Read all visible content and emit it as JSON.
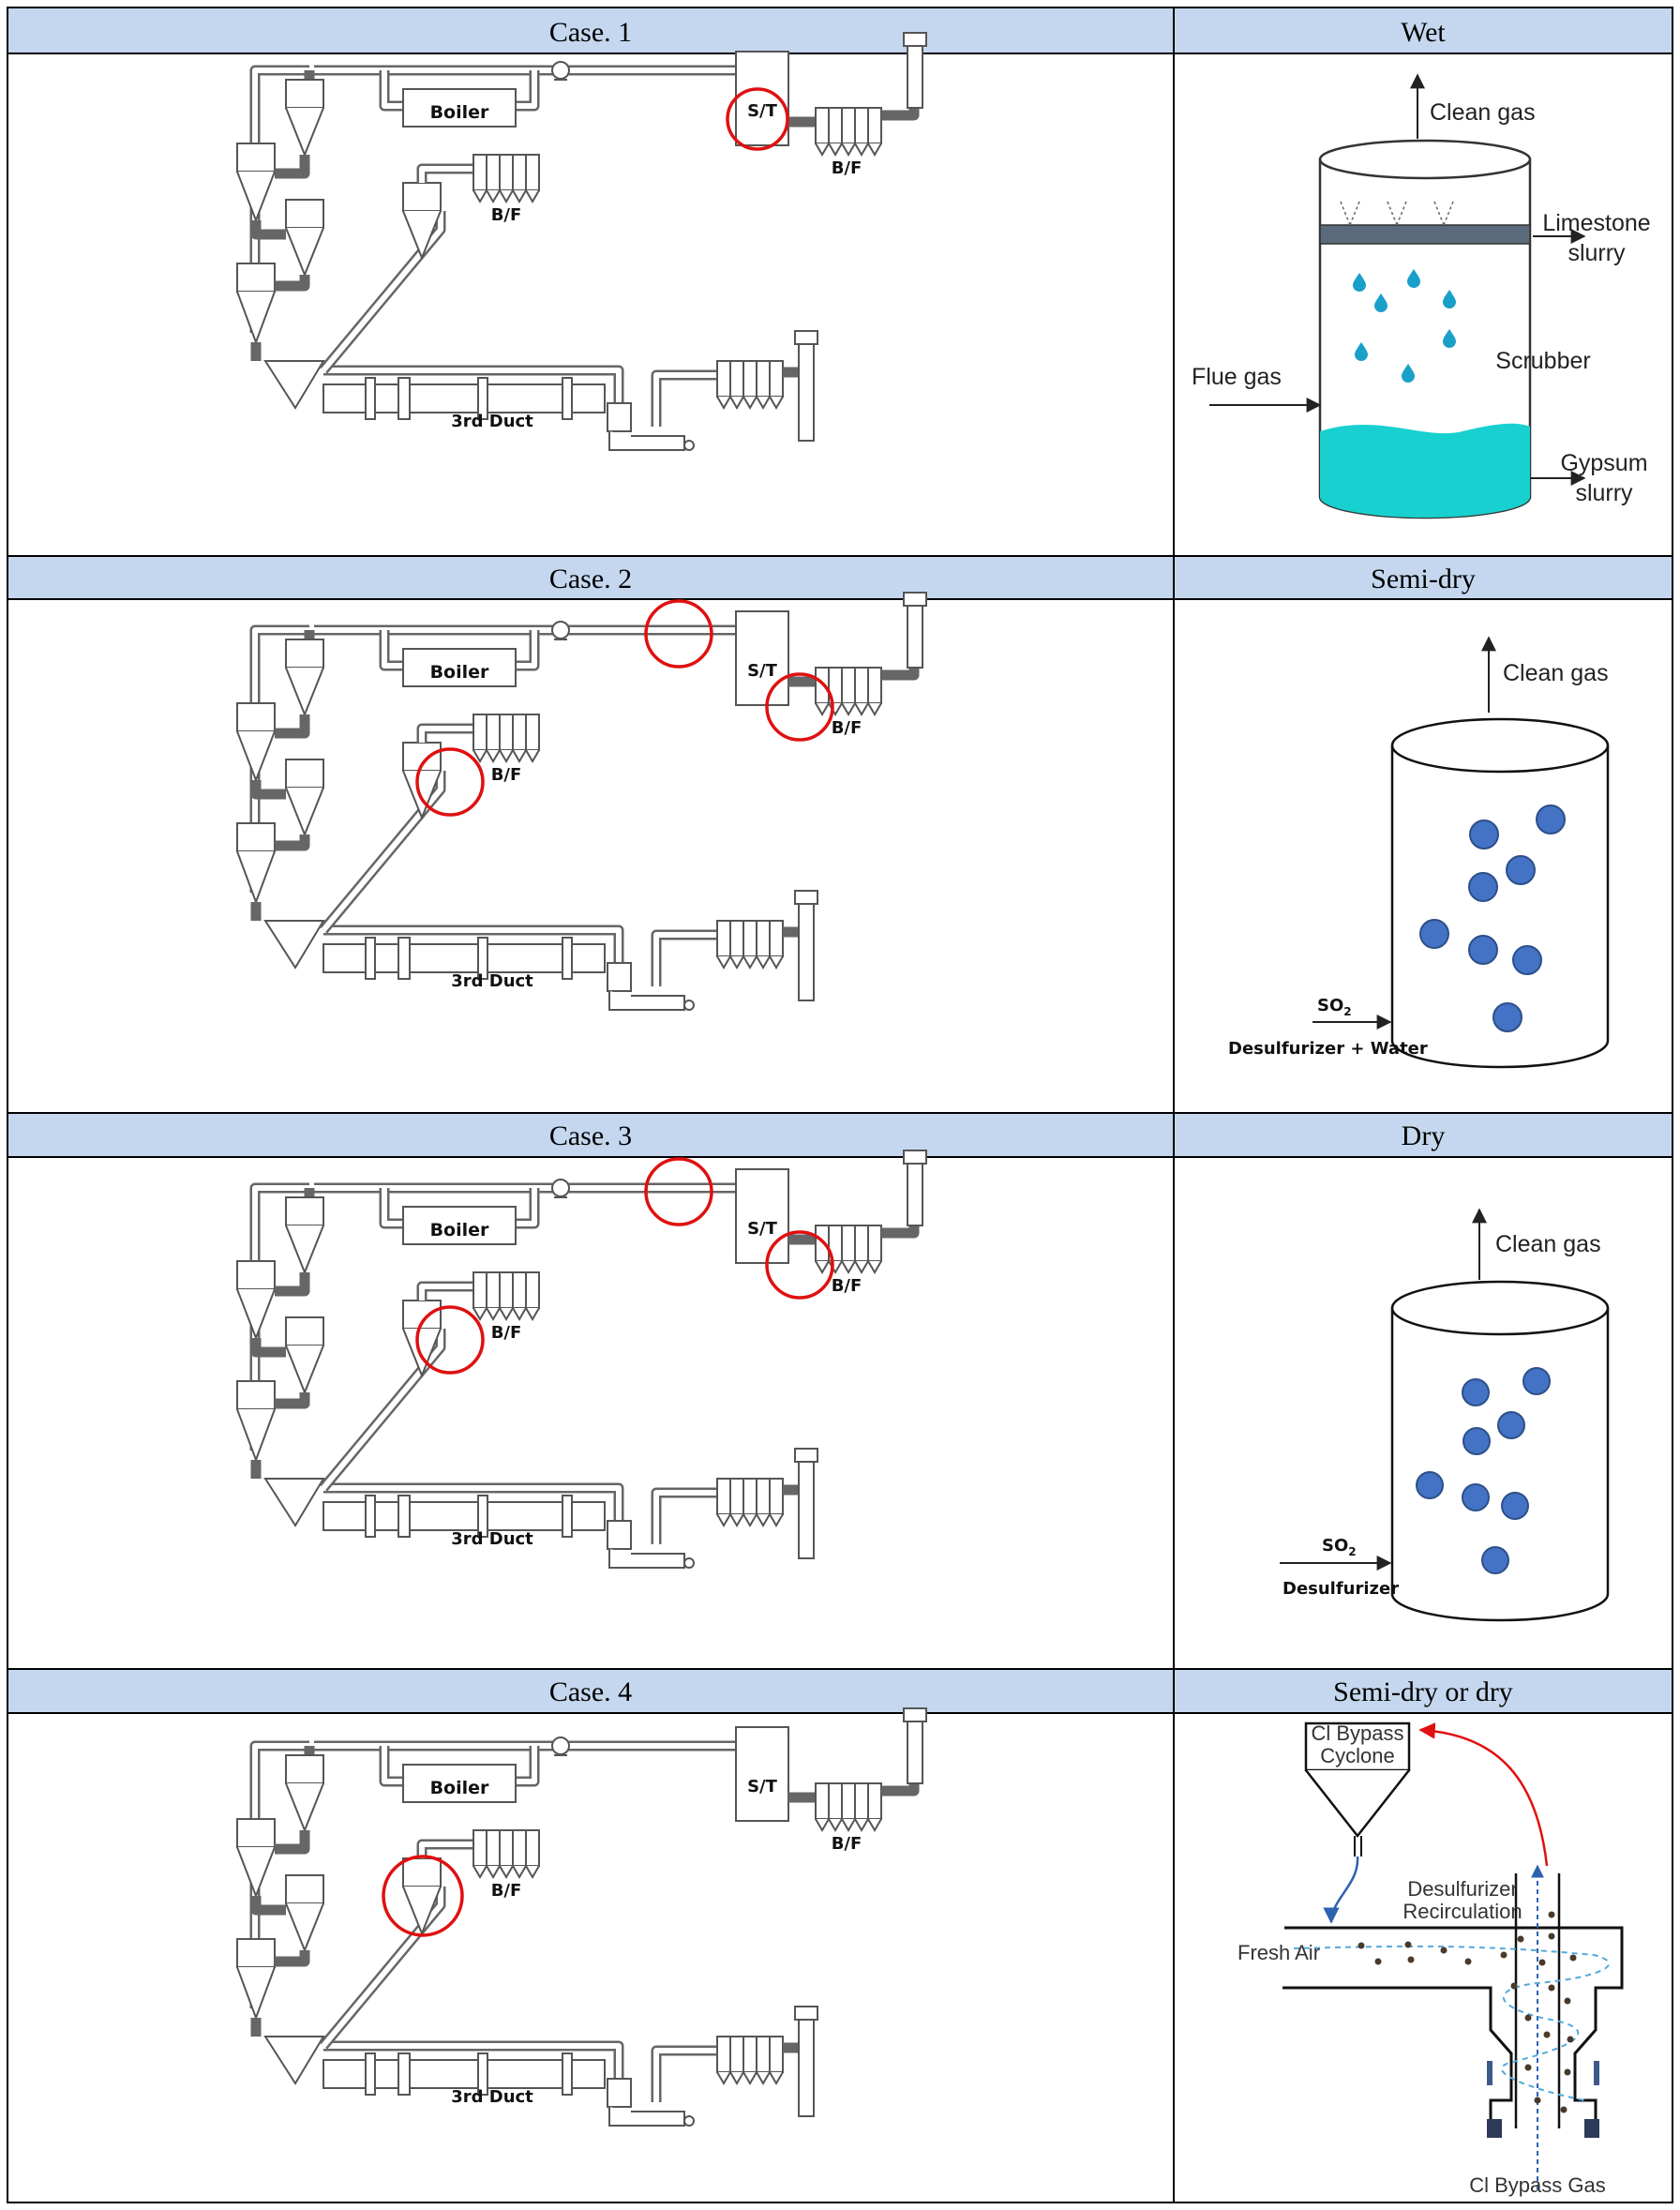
{
  "rows": [
    {
      "case_label": "Case. 1",
      "method_label": "Wet"
    },
    {
      "case_label": "Case. 2",
      "method_label": "Semi-dry"
    },
    {
      "case_label": "Case. 3",
      "method_label": "Dry"
    },
    {
      "case_label": "Case. 4",
      "method_label": "Semi-dry or dry"
    }
  ],
  "process_labels": {
    "boiler": "Boiler",
    "st": "S/T",
    "bf": "B/F",
    "third_duct": "3rd Duct"
  },
  "wet": {
    "clean_gas": "Clean gas",
    "limestone_1": "Limestone",
    "limestone_2": "slurry",
    "scrubber": "Scrubber",
    "flue_gas": "Flue gas",
    "gypsum_1": "Gypsum",
    "gypsum_2": "slurry"
  },
  "semidry": {
    "clean_gas": "Clean gas",
    "so2": "SO",
    "so2_sub": "2",
    "input": "Desulfurizer + Water"
  },
  "dry": {
    "clean_gas": "Clean gas",
    "so2": "SO",
    "so2_sub": "2",
    "input": "Desulfurizer"
  },
  "bypass": {
    "cyclone_1": "Cl Bypass",
    "cyclone_2": "Cyclone",
    "recirc_1": "Desulfurizer",
    "recirc_2": "Recirculation",
    "fresh_air": "Fresh Air",
    "bypass_gas": "Cl Bypass Gas"
  },
  "colors": {
    "header_bg": "#c5d7ee",
    "highlight": "#e01010",
    "particle": "#4472c4",
    "water": "#19d0d0"
  }
}
